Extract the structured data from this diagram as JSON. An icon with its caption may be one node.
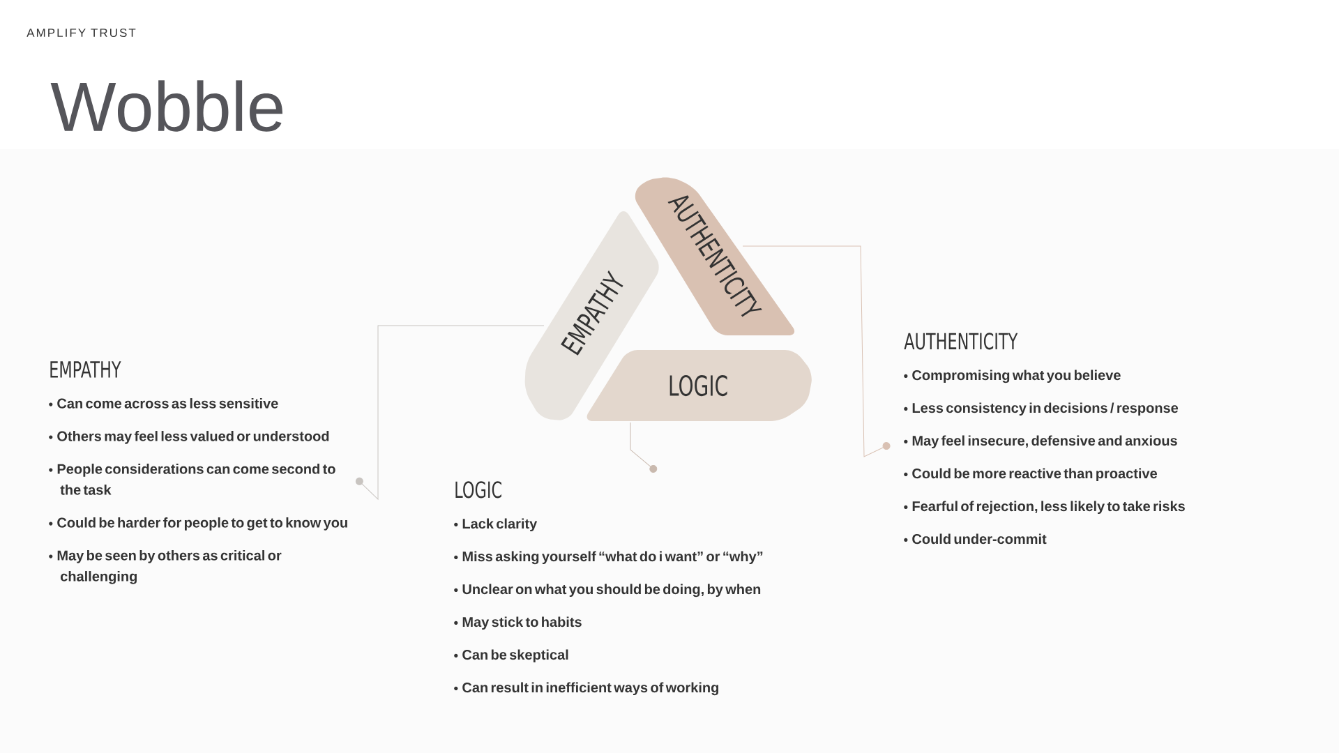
{
  "diagram": {
    "title": "Wobble",
    "nodes": [
      {
        "text": [
          "EMPATHY"
        ]
      },
      {
        "text": [
          "AUTHENTICITY"
        ]
      },
      {
        "text": [
          "LOGIC"
        ]
      },
      {
        "text": [
          "EMPATHY",
          "Can come across as less sensitive",
          "Others may feel less valued or understood",
          "People considerations can come second to the task",
          "Could be harder for people to get to know you",
          "May be seen by others as critical or challenging"
        ]
      },
      {
        "text": [
          "LOGIC",
          "Lack clarity",
          "Miss asking yourself “what do i want” or “why”",
          "Unclear on what you should be doing, by when",
          "May stick to habits",
          "Can be skeptical",
          "Can result in inefficient ways of working"
        ]
      },
      {
        "text": [
          "AUTHENTICITY",
          "Compromising what you believe",
          "Less consistency in decisions / response",
          "May feel insecure, defensive and anxious",
          "Could be more reactive than proactive",
          "Fearful of rejection, less likely to take risks",
          "Could under-commit"
        ]
      }
    ],
    "edges": [
      {
        "from": 0,
        "to": 3,
        "arrow": "to",
        "color": "#c8c4c0"
      },
      {
        "from": 2,
        "to": 4,
        "arrow": "to",
        "color": "#c9b9ae"
      },
      {
        "from": 1,
        "to": 5,
        "arrow": "to",
        "color": "#d9c1b3"
      }
    ],
    "labels": [
      "AMPLIFY TRUST"
    ]
  }
}
